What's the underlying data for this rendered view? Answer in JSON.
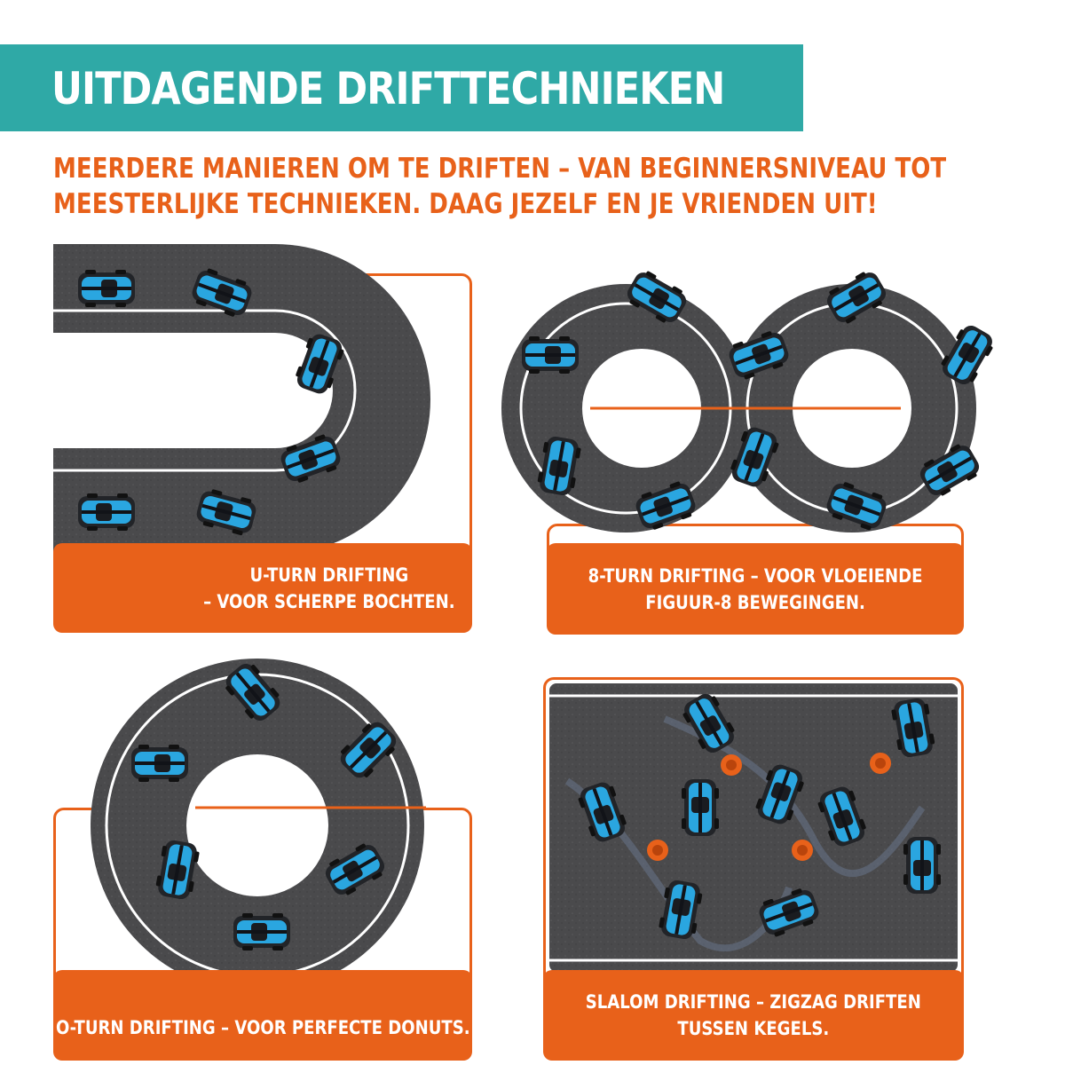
{
  "header": {
    "title": "UITDAGENDE DRIFTTECHNIEKEN",
    "subtitle_line1": "MEERDERE MANIEREN OM TE DRIFTEN – VAN BEGINNERSNIVEAU TOT",
    "subtitle_line2": "MEESTERLIJKE TECHNIEKEN. DAAG JEZELF EN JE VRIENDEN UIT!"
  },
  "panels": {
    "uturn": {
      "line1": "U-TURN DRIFTING",
      "line2": "– VOOR SCHERPE BOCHTEN."
    },
    "eightturn": {
      "line1": "8-TURN DRIFTING – VOOR VLOEIENDE",
      "line2": "FIGUUR-8 BEWEGINGEN."
    },
    "oturn": {
      "line1": "O-TURN DRIFTING – VOOR PERFECTE DONUTS."
    },
    "slalom": {
      "line1": "SLALOM DRIFTING – ZIGZAG DRIFTEN",
      "line2": "TUSSEN KEGELS."
    }
  },
  "colors": {
    "accent_orange": "#e8611a",
    "banner_teal": "#2fa9a6",
    "asphalt": "#4a4a4c",
    "car_blue": "#2aa6e0"
  },
  "icons": {
    "car": "rc-car-icon",
    "cone": "traffic-cone-icon"
  }
}
